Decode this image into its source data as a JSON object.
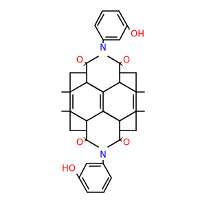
{
  "molecule": {
    "atoms": {
      "nitrogen_top": "N",
      "nitrogen_bottom": "N",
      "oxygen_carbonyl_1": "O",
      "oxygen_carbonyl_2": "O",
      "oxygen_carbonyl_3": "O",
      "oxygen_carbonyl_4": "O",
      "hydroxyl_top": "OH",
      "hydroxyl_bottom": "HO"
    },
    "colors": {
      "bond": "#000000",
      "oxygen": "#ff0000",
      "nitrogen": "#0000ff"
    }
  }
}
